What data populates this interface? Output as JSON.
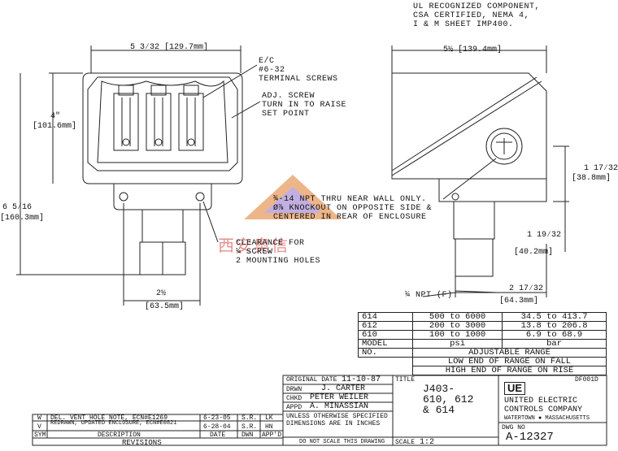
{
  "notes": {
    "ul": [
      "UL RECOGNIZED COMPONENT,",
      "CSA CERTIFIED, NEMA 4,",
      "I & M SHEET IMP400."
    ],
    "terminal": [
      "E/C",
      "#6-32",
      "TERMINAL SCREWS"
    ],
    "adj": [
      "ADJ. SCREW",
      "TURN IN TO RAISE",
      "SET POINT"
    ],
    "npt": [
      "¾-14 NPT THRU NEAR WALL ONLY.",
      "Ø⅞ KNOCKOUT ON OPPOSITE SIDE &",
      "CENTERED IN REAR OF ENCLOSURE"
    ],
    "clearance": [
      "CLEARANCE FOR",
      "¼ SCREW",
      "2 MOUNTING HOLES"
    ],
    "npt_f": "¼ NPT (F)"
  },
  "dims": {
    "front_width": "5 3⁄32 [129.7mm]",
    "front_height": "4\"",
    "front_height_mm": "[101.6mm]",
    "total_height": "6 5⁄16",
    "total_height_mm": "[160.3mm]",
    "hole_spacing": "2½",
    "hole_spacing_mm": "[63.5mm]",
    "side_width": "5½ [139.4mm]",
    "side_h1": "1 17⁄32",
    "side_h1_mm": "[38.8mm]",
    "side_h2": "1 19⁄32",
    "side_h2_mm": "[40.2mm]",
    "side_w2": "2 17⁄32",
    "side_w2_mm": "[64.3mm]"
  },
  "watermark": "西安奥信",
  "range_table": {
    "rows": [
      {
        "model": "614",
        "psi": "500 to 6000",
        "bar": "34.5 to 413.7"
      },
      {
        "model": "612",
        "psi": "200 to 3000",
        "bar": "13.8 to 206.8"
      },
      {
        "model": "610",
        "psi": "100 to 1000",
        "bar": "6.9 to 68.9"
      }
    ],
    "unit_row": {
      "model": "MODEL",
      "psi": "psi",
      "bar": "bar"
    },
    "no_row": {
      "model": "NO.",
      "label": "ADJUSTABLE RANGE"
    },
    "fall": "LOW END OF RANGE ON FALL",
    "rise": "HIGH END OF RANGE ON RISE"
  },
  "title_block": {
    "original_date_label": "ORIGINAL DATE",
    "original_date": "11-10-87",
    "drwn_label": "DRWN",
    "drwn": "J. CARTER",
    "chkd_label": "CHKD",
    "chkd": "PETER WEILER",
    "appd_label": "APPD",
    "appd": "A. MINASSIAN",
    "unless": [
      "UNLESS OTHERWISE SPECIFIED",
      "DIMENSIONS ARE IN INCHES"
    ],
    "no_scale": "DO NOT SCALE THIS DRAWING",
    "title_label": "TITLE",
    "title": [
      "J403-",
      "610, 612",
      "& 614"
    ],
    "scale_label": "SCALE",
    "scale": "1:2",
    "df": "DF001D",
    "logo": "UE",
    "company": [
      "UNITED ELECTRIC",
      "CONTROLS COMPANY"
    ],
    "city": "WATERTOWN ● MASSACHUSETTS",
    "dwg_no_label": "DWG NO",
    "dwg_no": "A-12327"
  },
  "revisions": {
    "rows": [
      {
        "sym": "W",
        "desc": "DEL. VENT HOLE NOTE, ECN#E1269",
        "date": "6-23-05",
        "dwn": "S.R.",
        "appd": "LK"
      },
      {
        "sym": "V",
        "desc": "REDRAWN, UPDATED ENCLOSURE, ECN#E0821",
        "date": "6-28-04",
        "dwn": "S.R.",
        "appd": "HN"
      }
    ],
    "header": {
      "sym": "SYM",
      "desc": "DESCRIPTION",
      "date": "DATE",
      "dwn": "DWN",
      "appd": "APP'D"
    },
    "title": "REVISIONS"
  }
}
